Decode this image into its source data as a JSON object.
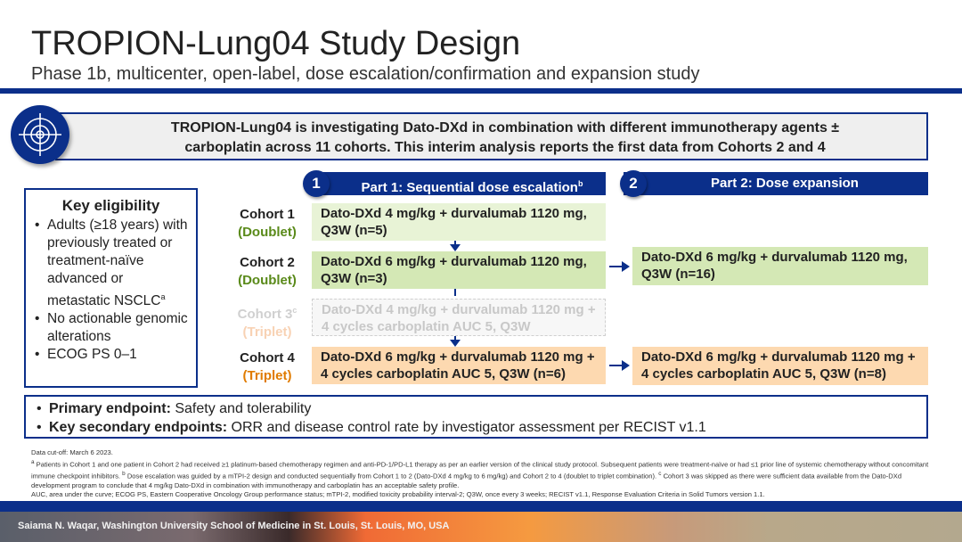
{
  "header": {
    "title": "TROPION-Lung04 Study Design",
    "subtitle": "Phase 1b, multicenter, open-label, dose escalation/confirmation and expansion study"
  },
  "banner": {
    "icon": "target-icon",
    "line1": "TROPION-Lung04 is investigating Dato-DXd in combination with different immunotherapy agents ±",
    "line2": "carboplatin across 11 cohorts. This interim analysis reports the first data from Cohorts 2 and 4"
  },
  "parts": [
    {
      "number": "1",
      "label": "Part 1: Sequential dose escalation",
      "sup": "b"
    },
    {
      "number": "2",
      "label": "Part 2: Dose expansion"
    }
  ],
  "eligibility": {
    "title": "Key eligibility",
    "items": [
      "Adults (≥18 years) with previously treated or treatment-naïve advanced or metastatic NSCLC",
      "No actionable genomic alterations",
      "ECOG PS 0–1"
    ],
    "item1_sup": "a"
  },
  "cohorts": [
    {
      "name": "Cohort 1",
      "type": "(Doublet)",
      "part1": "Dato-DXd 4 mg/kg + durvalumab 1120 mg, Q3W (n=5)"
    },
    {
      "name": "Cohort 2",
      "type": "(Doublet)",
      "part1": "Dato-DXd 6 mg/kg + durvalumab 1120 mg, Q3W (n=3)",
      "part2": "Dato-DXd 6 mg/kg + durvalumab 1120 mg, Q3W (n=16)"
    },
    {
      "name": "Cohort 3",
      "sup": "c",
      "type": "(Triplet)",
      "part1": "Dato-DXd 4 mg/kg + durvalumab 1120 mg + 4 cycles carboplatin AUC 5, Q3W"
    },
    {
      "name": "Cohort 4",
      "type": "(Triplet)",
      "part1": "Dato-DXd 6 mg/kg + durvalumab 1120 mg + 4 cycles carboplatin AUC 5, Q3W (n=6)",
      "part2": "Dato-DXd 6 mg/kg + durvalumab 1120 mg + 4 cycles carboplatin AUC 5, Q3W (n=8)"
    }
  ],
  "endpoints": {
    "primary_label": "Primary endpoint:",
    "primary": " Safety and tolerability",
    "secondary_label": "Key secondary endpoints:",
    "secondary": " ORR and disease control rate by investigator assessment per RECIST v1.1"
  },
  "footnotes": {
    "cutoff": "Data cut-off: March 6 2023.",
    "a": "Patients in Cohort 1 and one patient in Cohort 2 had received ≥1 platinum-based chemotherapy regimen and anti-PD-1/PD-L1 therapy as per an earlier version of the clinical study protocol. Subsequent patients were treatment-naïve or had ≤1 prior line of systemic chemotherapy without concomitant immune checkpoint inhibitors.",
    "b": "Dose escalation was guided by a mTPI-2 design and conducted sequentially from Cohort 1 to 2 (Dato-DXd 4 mg/kg to 6 mg/kg) and Cohort 2 to 4 (doublet to triplet combination).",
    "c": "Cohort 3 was skipped as there were sufficient data available from the Dato-DXd development program to conclude that 4 mg/kg Dato-DXd in combination with immunotherapy and carboplatin has an acceptable safety profile.",
    "abbrev": "AUC, area under the curve; ECOG PS, Eastern Cooperative Oncology Group performance status; mTPI-2, modified toxicity probability interval-2; Q3W, once every 3 weeks; RECIST v1.1, Response Evaluation Criteria in Solid Tumors version 1.1."
  },
  "footer": {
    "author": "Saiama N. Waqar, Washington University School of Medicine in St. Louis, St. Louis, MO, USA"
  },
  "colors": {
    "brand": "#0b2f8a",
    "doublet_light": "#e8f3d6",
    "doublet": "#d4e8b5",
    "triplet": "#fdd9b0",
    "triplet_text": "#e07b00",
    "dim": "#c8c8c8"
  }
}
